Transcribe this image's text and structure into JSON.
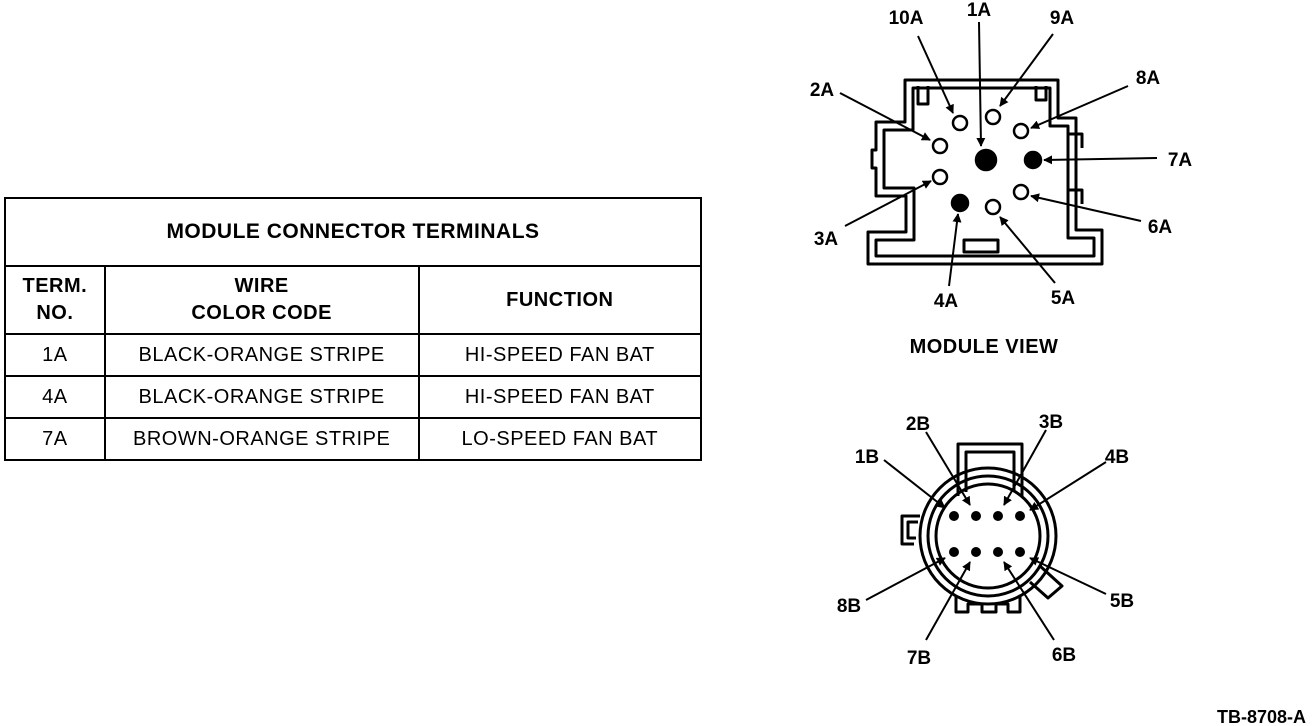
{
  "table": {
    "title": "MODULE CONNECTOR TERMINALS",
    "headers": {
      "term_line1": "TERM.",
      "term_line2": "NO.",
      "wire_line1": "WIRE",
      "wire_line2": "COLOR CODE",
      "function": "FUNCTION"
    },
    "rows": [
      {
        "term": "1A",
        "wire": "BLACK-ORANGE STRIPE",
        "function": "HI-SPEED FAN BAT"
      },
      {
        "term": "4A",
        "wire": "BLACK-ORANGE STRIPE",
        "function": "HI-SPEED FAN BAT"
      },
      {
        "term": "7A",
        "wire": "BROWN-ORANGE STRIPE",
        "function": "LO-SPEED FAN BAT"
      }
    ]
  },
  "module_view": {
    "caption": "MODULE VIEW",
    "labels": {
      "t1A": "1A",
      "t2A": "2A",
      "t3A": "3A",
      "t4A": "4A",
      "t5A": "5A",
      "t6A": "6A",
      "t7A": "7A",
      "t8A": "8A",
      "t9A": "9A",
      "t10A": "10A"
    }
  },
  "harness_view": {
    "labels": {
      "t1B": "1B",
      "t2B": "2B",
      "t3B": "3B",
      "t4B": "4B",
      "t5B": "5B",
      "t6B": "6B",
      "t7B": "7B",
      "t8B": "8B"
    }
  },
  "figure_id": "TB-8708-A"
}
